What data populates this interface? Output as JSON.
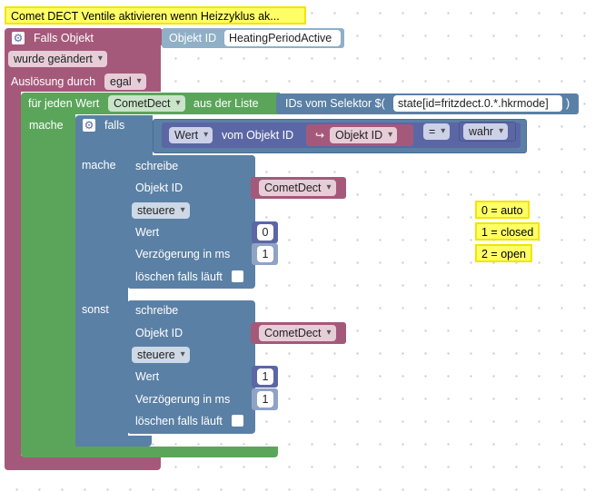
{
  "comment_main": "Comet DECT Ventile aktivieren wenn Heizzyklus ak...",
  "trigger": {
    "falls_objekt": "Falls Objekt",
    "objekt_id_label": "Objekt ID",
    "objekt_id_value": "HeatingPeriodActive",
    "wurde_geaendert": "wurde geändert",
    "ausloesung_durch": "Auslösung durch",
    "ausloesung_value": "egal"
  },
  "loop": {
    "fuer_jeden_wert": "für jeden Wert",
    "var_name": "CometDect",
    "aus_der_liste": "aus der Liste",
    "ids_vom_selektor": "IDs vom Selektor $(",
    "selector": "state[id=fritzdect.0.*.hkrmode]",
    "close_paren": ")",
    "mache": "mache"
  },
  "condition": {
    "falls": "falls",
    "wert": "Wert",
    "vom_objekt_id": "vom Objekt ID",
    "var_prefix": "↪",
    "var_objekt_id": "Objekt ID",
    "operator": "=",
    "wahr": "wahr"
  },
  "mache_label": "mache",
  "sonst_label": "sonst",
  "write1": {
    "schreibe": "schreibe",
    "objekt_id": "Objekt ID",
    "var": "CometDect",
    "steuere": "steuere",
    "wert": "Wert",
    "wert_value": "0",
    "verzoegerung": "Verzögerung in ms",
    "verzoegerung_value": "1",
    "loeschen": "löschen falls läuft"
  },
  "write2": {
    "schreibe": "schreibe",
    "objekt_id": "Objekt ID",
    "var": "CometDect",
    "steuere": "steuere",
    "wert": "Wert",
    "wert_value": "1",
    "verzoegerung": "Verzögerung in ms",
    "verzoegerung_value": "1",
    "loeschen": "löschen falls läuft"
  },
  "notes": [
    "0 = auto",
    "1 = closed",
    "2 = open"
  ],
  "colors": {
    "trigger": "#a5597a",
    "loop": "#5ba55b",
    "control": "#5b80a5",
    "logic": "#5b67a5",
    "comment": "#ffff66"
  }
}
